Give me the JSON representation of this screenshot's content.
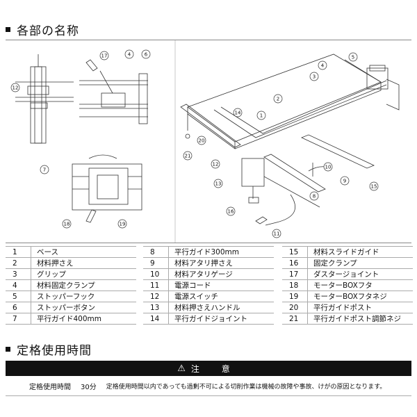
{
  "sections": {
    "parts_title": "各部の名称",
    "time_title": "定格使用時間"
  },
  "parts": [
    {
      "num": "1",
      "name": "ベース"
    },
    {
      "num": "2",
      "name": "材料押さえ"
    },
    {
      "num": "3",
      "name": "グリップ"
    },
    {
      "num": "4",
      "name": "材料固定クランプ"
    },
    {
      "num": "5",
      "name": "ストッパーフック"
    },
    {
      "num": "6",
      "name": "ストッパーボタン"
    },
    {
      "num": "7",
      "name": "平行ガイド400mm"
    },
    {
      "num": "8",
      "name": "平行ガイド300mm"
    },
    {
      "num": "9",
      "name": "材料アタリ押さえ"
    },
    {
      "num": "10",
      "name": "材料アタリゲージ"
    },
    {
      "num": "11",
      "name": "電源コード"
    },
    {
      "num": "12",
      "name": "電源スイッチ"
    },
    {
      "num": "13",
      "name": "材料押さえハンドル"
    },
    {
      "num": "14",
      "name": "平行ガイドジョイント"
    },
    {
      "num": "15",
      "name": "材料スライドガイド"
    },
    {
      "num": "16",
      "name": "固定クランプ"
    },
    {
      "num": "17",
      "name": "ダスタージョイント"
    },
    {
      "num": "18",
      "name": "モーターBOXフタ"
    },
    {
      "num": "19",
      "name": "モーターBOXフタネジ"
    },
    {
      "num": "20",
      "name": "平行ガイドポスト"
    },
    {
      "num": "21",
      "name": "平行ガイドポスト調節ネジ"
    }
  ],
  "callouts": [
    "1",
    "2",
    "3",
    "4",
    "5",
    "6",
    "7",
    "8",
    "9",
    "10",
    "11",
    "12",
    "13",
    "14",
    "15",
    "16",
    "17",
    "18",
    "19",
    "20",
    "21"
  ],
  "caution": {
    "header": "注 意",
    "label": "定格使用時間",
    "value": "30分",
    "text": "定格使用時間以内であっても過剰不可による切削作業は機械の故障や事故、けがの原因となります。"
  }
}
